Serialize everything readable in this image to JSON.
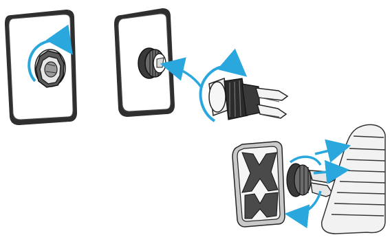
{
  "figure": {
    "parts": [
      {
        "name": "mount-plate-with-rotating-ring"
      },
      {
        "name": "mount-plate-with-adapter-threads"
      },
      {
        "name": "air-vent-clip"
      },
      {
        "name": "magnetic-holder-with-vent-clip"
      },
      {
        "name": "car-air-vent"
      }
    ]
  },
  "colors": {
    "outline": "#222222",
    "accent_arrow": "#2aa8de",
    "plate_fill": "#ffffff",
    "plate_border": "#3a3a3a",
    "dark_part": "#2b2b2b",
    "mid_part": "#bdbdbd",
    "light_part": "#f2f2f2"
  }
}
